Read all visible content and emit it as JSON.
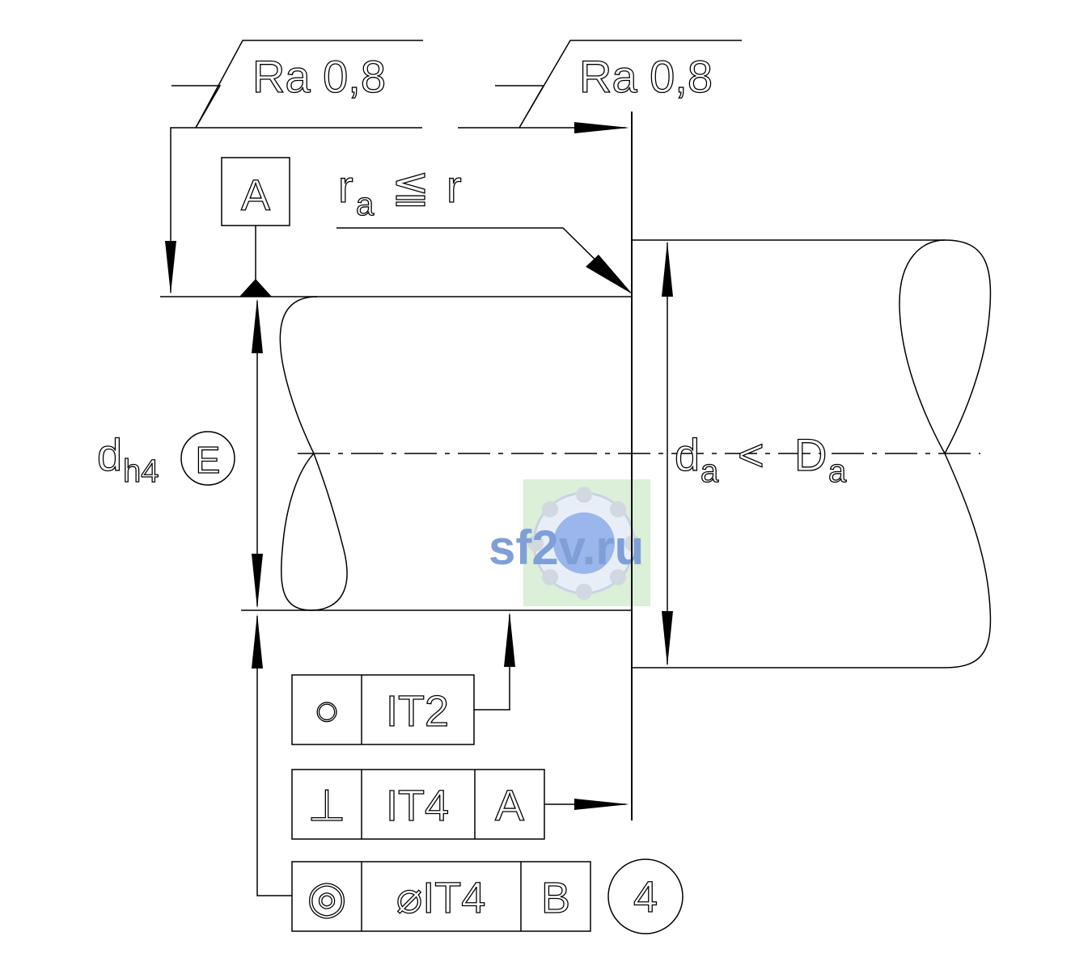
{
  "surface_roughness": {
    "left": "Ra 0,8",
    "right": "Ra 0,8"
  },
  "datum": {
    "label": "A"
  },
  "radius_note": {
    "r_main": "r",
    "r_sub": "a",
    "relation": "≦",
    "r_right": "r"
  },
  "shaft_dimension": {
    "main": "d",
    "sub": "h4",
    "envelope_symbol": "E"
  },
  "housing_dimension": {
    "d_main": "d",
    "d_sub": "a",
    "relation": "<",
    "D_main": "D",
    "D_sub": "a"
  },
  "tolerance_frames": {
    "roundness": {
      "symbol": "○",
      "value": "IT2"
    },
    "perpendicularity": {
      "symbol": "⊥",
      "value": "IT4",
      "datum": "A"
    },
    "coaxiality": {
      "symbol": "◎",
      "value": "⌀IT4",
      "datum": "B",
      "note": "4"
    }
  },
  "watermark": {
    "text": "sf2v.ru"
  }
}
